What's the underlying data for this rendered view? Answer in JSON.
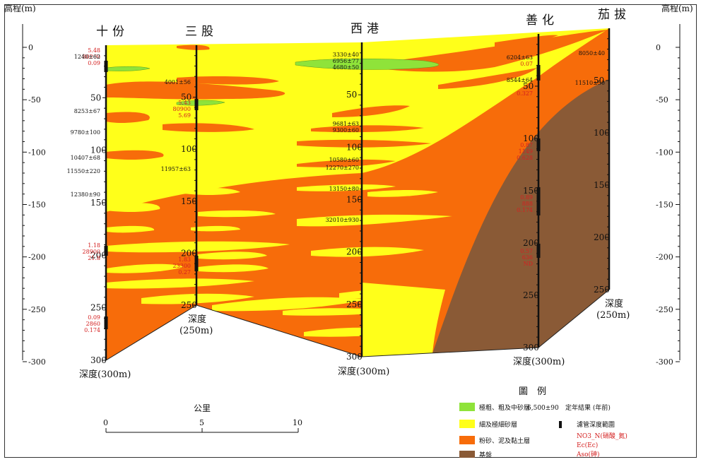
{
  "axis": {
    "left_title": "高程(m)",
    "right_title": "高程(m)",
    "ticks": [
      "0",
      "-50",
      "-100",
      "-150",
      "-200",
      "-250",
      "-300"
    ]
  },
  "wells": [
    {
      "name": "十份",
      "depth_label": "深度(300m)",
      "depth_ticks": [
        "50",
        "100",
        "150",
        "200",
        "250",
        "300"
      ]
    },
    {
      "name": "三股",
      "depth_label": "深度",
      "depth_label2": "(250m)",
      "depth_ticks": [
        "50",
        "100",
        "150",
        "200",
        "250"
      ]
    },
    {
      "name": "西港",
      "depth_label": "深度(300m)",
      "depth_ticks": [
        "50",
        "100",
        "150",
        "200",
        "250",
        "300"
      ]
    },
    {
      "name": "善化",
      "depth_label": "深度(300m)",
      "depth_ticks": [
        "50",
        "100",
        "150",
        "200",
        "250",
        "300"
      ]
    },
    {
      "name": "茄拔",
      "depth_label": "深度",
      "depth_label2": "(250m)",
      "depth_ticks": [
        "50",
        "100",
        "150",
        "200",
        "250"
      ]
    }
  ],
  "annotations": {
    "w1_ages": [
      "1240±62",
      "8253±67",
      "9780±100",
      "10407±68",
      "11550±220",
      "12380±90"
    ],
    "w1_red_top": [
      "5.48",
      "80200",
      "0.09"
    ],
    "w1_red_mid": [
      "1.18",
      "28900",
      "21.8"
    ],
    "w1_red_low": [
      "0.09",
      "2860",
      "0.174"
    ],
    "w2_ages": [
      "4001±56",
      "11957±63"
    ],
    "w2_red_top": [
      "5.43",
      "80900",
      "5.69"
    ],
    "w2_red_low": [
      "1.83",
      "23300",
      "0.27"
    ],
    "w3_ages": [
      "3330±40",
      "6956±77",
      "4680±50",
      "9681±63",
      "9300±60",
      "10580±60",
      "12270±270",
      "13150±80",
      "32010±930"
    ],
    "w4_ages": [
      "6204±63",
      "8544±64"
    ],
    "w4_red": [
      "0.07",
      "0.327",
      "0.87",
      "1149",
      "0.628",
      "0.89",
      "888",
      "0.174",
      "0.57",
      "636",
      "ND"
    ],
    "w5_ages": [
      "8050±40",
      "11510±50"
    ]
  },
  "scale": {
    "title": "公里",
    "labels": [
      "0",
      "5",
      "10"
    ]
  },
  "legend": {
    "title": "圖　例",
    "items": [
      {
        "label": "極粗、粗及中砂層",
        "color": "#8fe33a"
      },
      {
        "label": "細及極細砂層",
        "color": "#ffff1a"
      },
      {
        "label": "粉砂、泥及黏土層",
        "color": "#f76c0a"
      },
      {
        "label": "基盤",
        "color": "#8a5a36"
      }
    ],
    "age_sample": "6,500±90",
    "age_text": "定年結果 (年前)",
    "screen_text": "濾管深度範圍",
    "red_lines": [
      "NO3_N(硝酸_氮)",
      "Ec(Ec)",
      "Aso(砷)"
    ]
  },
  "colors": {
    "coarse_sand": "#8fe33a",
    "fine_sand": "#ffff1a",
    "silt_clay": "#f76c0a",
    "bedrock": "#8a5a36",
    "red_text": "#d42020"
  }
}
